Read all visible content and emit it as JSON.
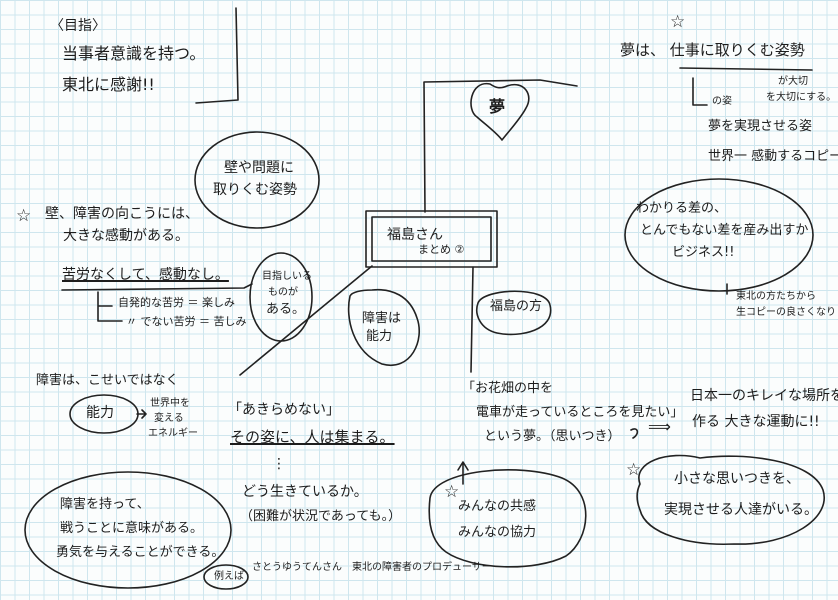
{
  "center": {
    "title": "福島さん",
    "sub": "まとめ ②"
  },
  "dream": {
    "label": "夢"
  },
  "header_box": {
    "tag": "〈目指〉",
    "line1": "当事者意識を持つ。",
    "line2": "東北に感謝!!"
  },
  "top_mid_bubble": {
    "line1": "壁や問題に",
    "line2": "取りくむ姿勢"
  },
  "left_section": {
    "line1": "壁、障害の向こうには、",
    "line2": "大きな感動がある。",
    "line3": "苦労なくして、感動なし。",
    "item1": "自発的な苦労 ＝ 楽しみ",
    "item2": "〃 でない苦労 ＝ 苦しみ"
  },
  "small_bubble": {
    "line1": "目指しいる",
    "line2": "ものが",
    "line3": "ある。"
  },
  "obstacle_bubble": {
    "line1": "障害は",
    "line2": "能力"
  },
  "direction_bubble": {
    "label": "福島の方"
  },
  "right_section": {
    "line1": "夢は、 仕事に取りくむ姿勢",
    "branch_a": "の姿",
    "branch_b1": "が大切",
    "branch_b2": "を大切にする。",
    "item1": "夢を実現させる姿",
    "item2": "世界一 感動するコピー機!"
  },
  "business_bubble": {
    "line1": "わかりる差の、",
    "line2": "とんでもない差を産み出すか",
    "line3": "ビジネス!!"
  },
  "note_right": {
    "line1": "東北の方たちから",
    "line2": "生コピーの良さくなり"
  },
  "ability_section": {
    "title": "障害は、こせいではなく",
    "word": "能力",
    "note1": "世界中を",
    "note2": "変える",
    "note3": "エネルギー"
  },
  "gather_section": {
    "line1": "「あきらめない」",
    "line2": "その姿に、人は集まる。",
    "dots": "⋮",
    "line3": "どう生きているか。",
    "line4": "（困難が状況であっても。）"
  },
  "lower_left_bubble": {
    "line1": "障害を持って、",
    "line2": "戦うことに意味がある。",
    "line3": "勇気を与えることができる。"
  },
  "footer": {
    "tag": "例えば",
    "text": "さとうゆうてんさん　東北の障害者のプロデューサー"
  },
  "field_section": {
    "line1": "「お花畑の中を",
    "line2": "電車が走っているところを見たい」",
    "line3": "という夢。（思いつき）"
  },
  "arrow_symbol": "⟹",
  "japan_note": {
    "line1": "日本一のキレイな場所を",
    "line2": "作る 大きな運動に!!"
  },
  "everyone_bubble": {
    "line1": "みんなの共感",
    "line2": "みんなの協力"
  },
  "realize_bubble": {
    "line1": "小さな思いつきを、",
    "line2": "実現させる人達がいる。"
  },
  "icons": {
    "star": "☆"
  }
}
